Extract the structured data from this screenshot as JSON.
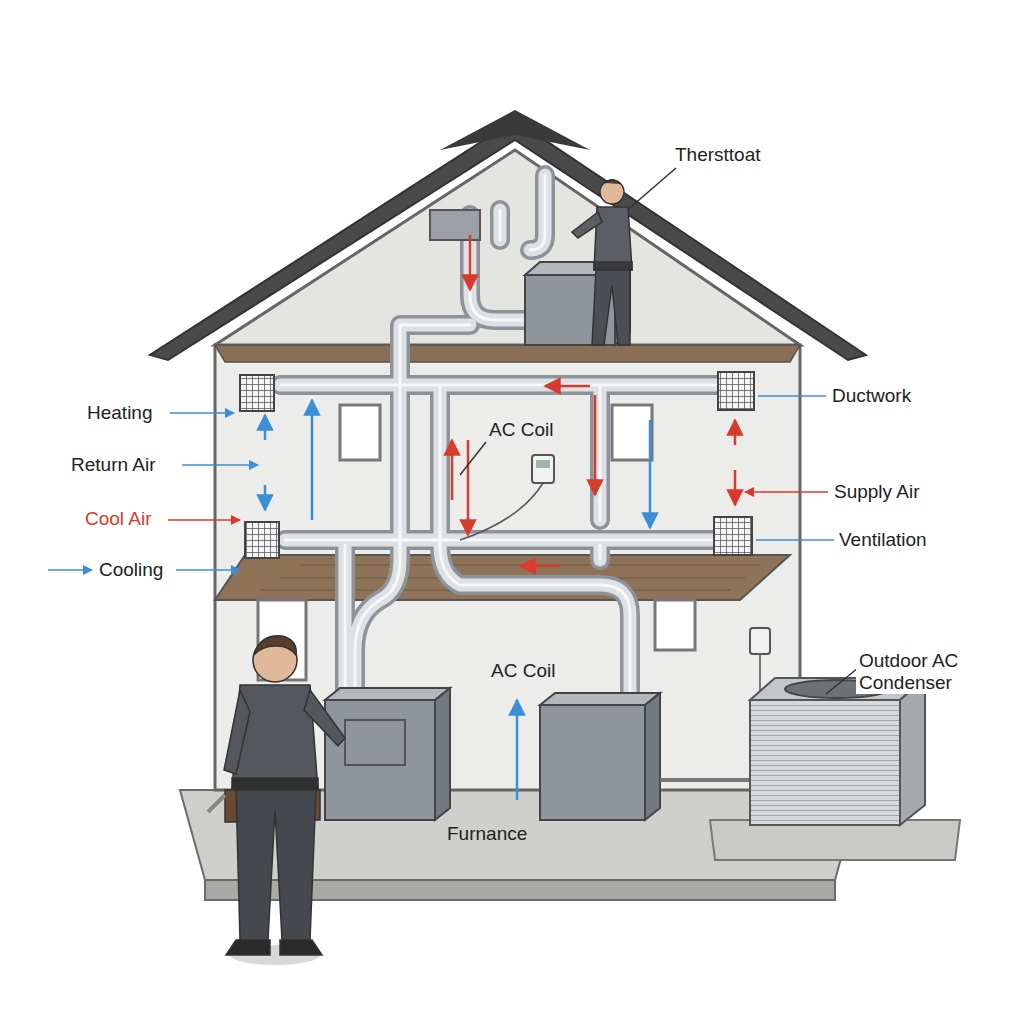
{
  "diagram": {
    "labels": [
      "Thersttoat",
      "Heating",
      "AC Coil",
      "Ductwork",
      "Return Air",
      "Supply Air",
      "Cool Air",
      "Ventilation",
      "Cooling",
      "AC Coil",
      "Outdoor AC Condenser",
      "Furnance"
    ]
  }
}
